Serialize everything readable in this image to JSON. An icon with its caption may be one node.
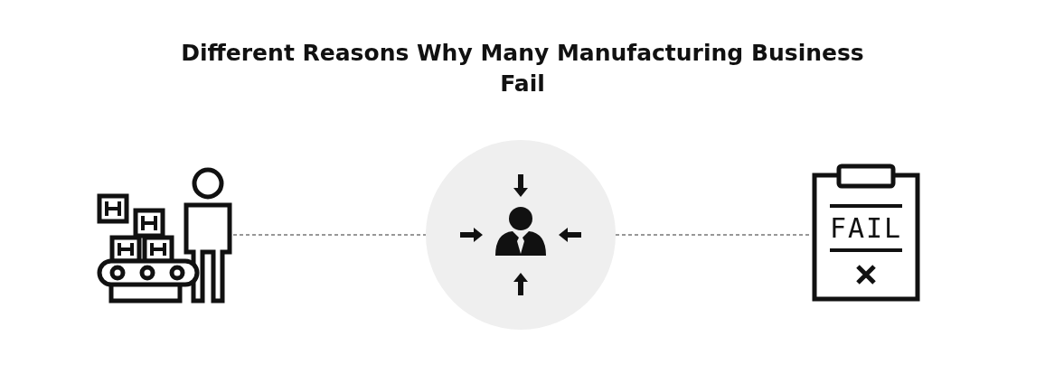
{
  "diagram": {
    "title": "Different Reasons Why Many Manufacturing Business Fail",
    "nodes": [
      {
        "text": [],
        "shape": "picture"
      },
      {
        "text": [],
        "shape": "circle"
      },
      {
        "text": [
          "FAIL"
        ]
      }
    ],
    "edges": [
      {
        "from": 0,
        "to": 1,
        "arrow": "none",
        "style": "dashed"
      },
      {
        "from": 1,
        "to": 2,
        "arrow": "none",
        "style": "dashed"
      }
    ]
  }
}
